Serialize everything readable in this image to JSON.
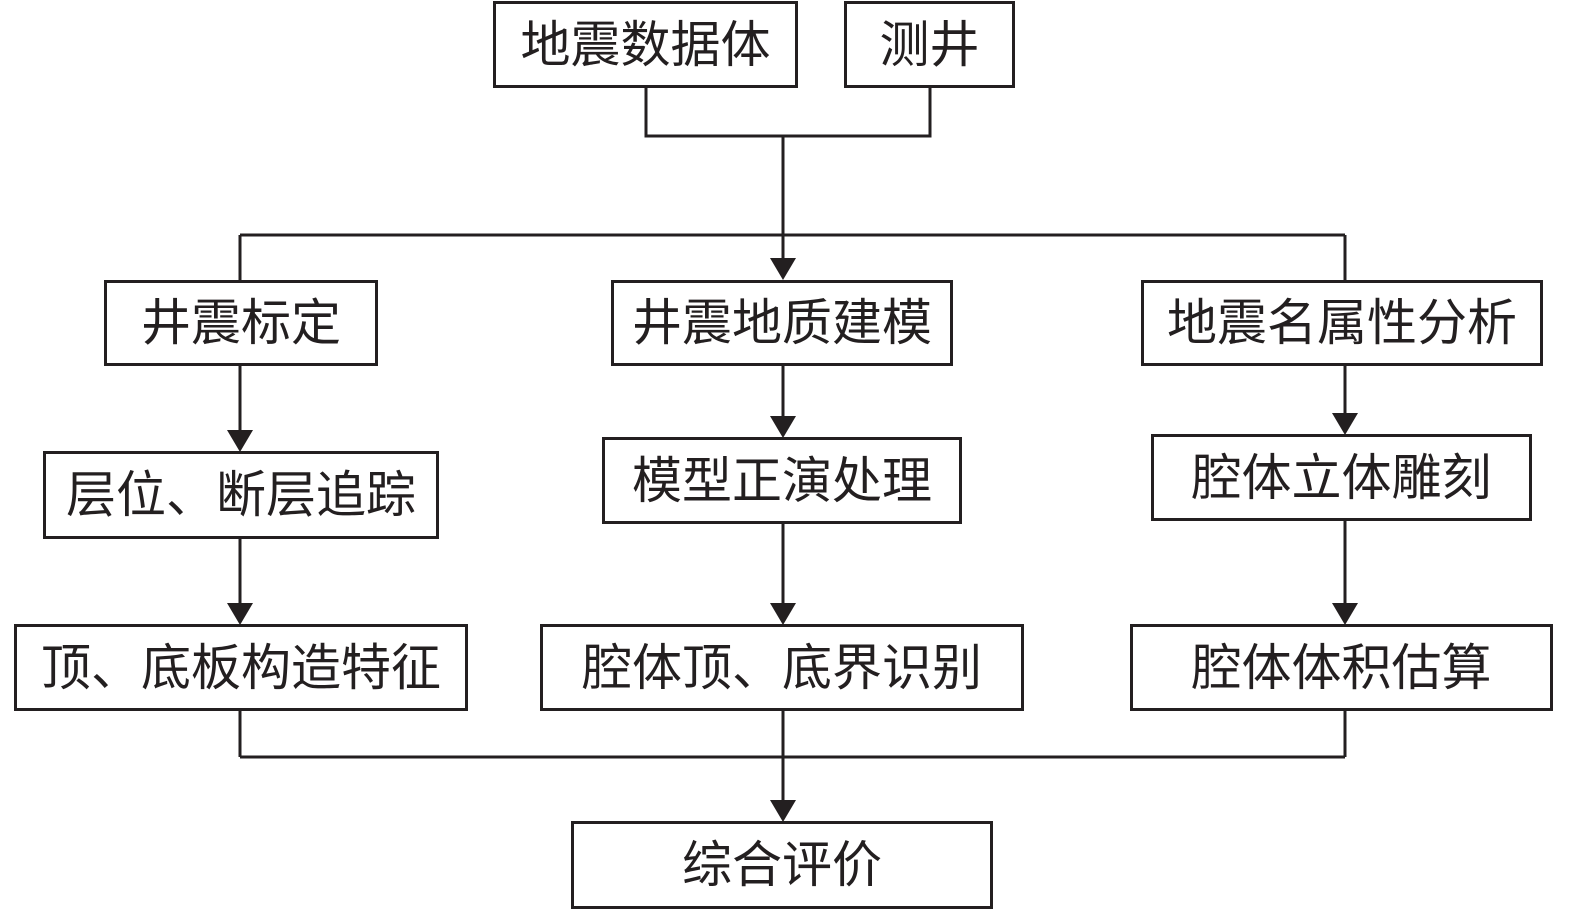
{
  "diagram": {
    "nodes": {
      "seismic_volume": "地震数据体",
      "well_logging": "测井",
      "well_seismic_calibration": "井震标定",
      "well_seismic_geomodel": "井震地质建模",
      "seismic_multi_attribute": "地震名属性分析",
      "horizon_fault_tracking": "层位、断层追踪",
      "model_forward_processing": "模型正演处理",
      "cavity_3d_carving": "腔体立体雕刻",
      "roof_floor_structure": "顶、底板构造特征",
      "cavity_boundary_identification": "腔体顶、底界识别",
      "cavity_volume_estimation": "腔体体积估算",
      "comprehensive_evaluation": "综合评价"
    },
    "colors": {
      "line": "#231f20",
      "background": "#ffffff"
    }
  }
}
